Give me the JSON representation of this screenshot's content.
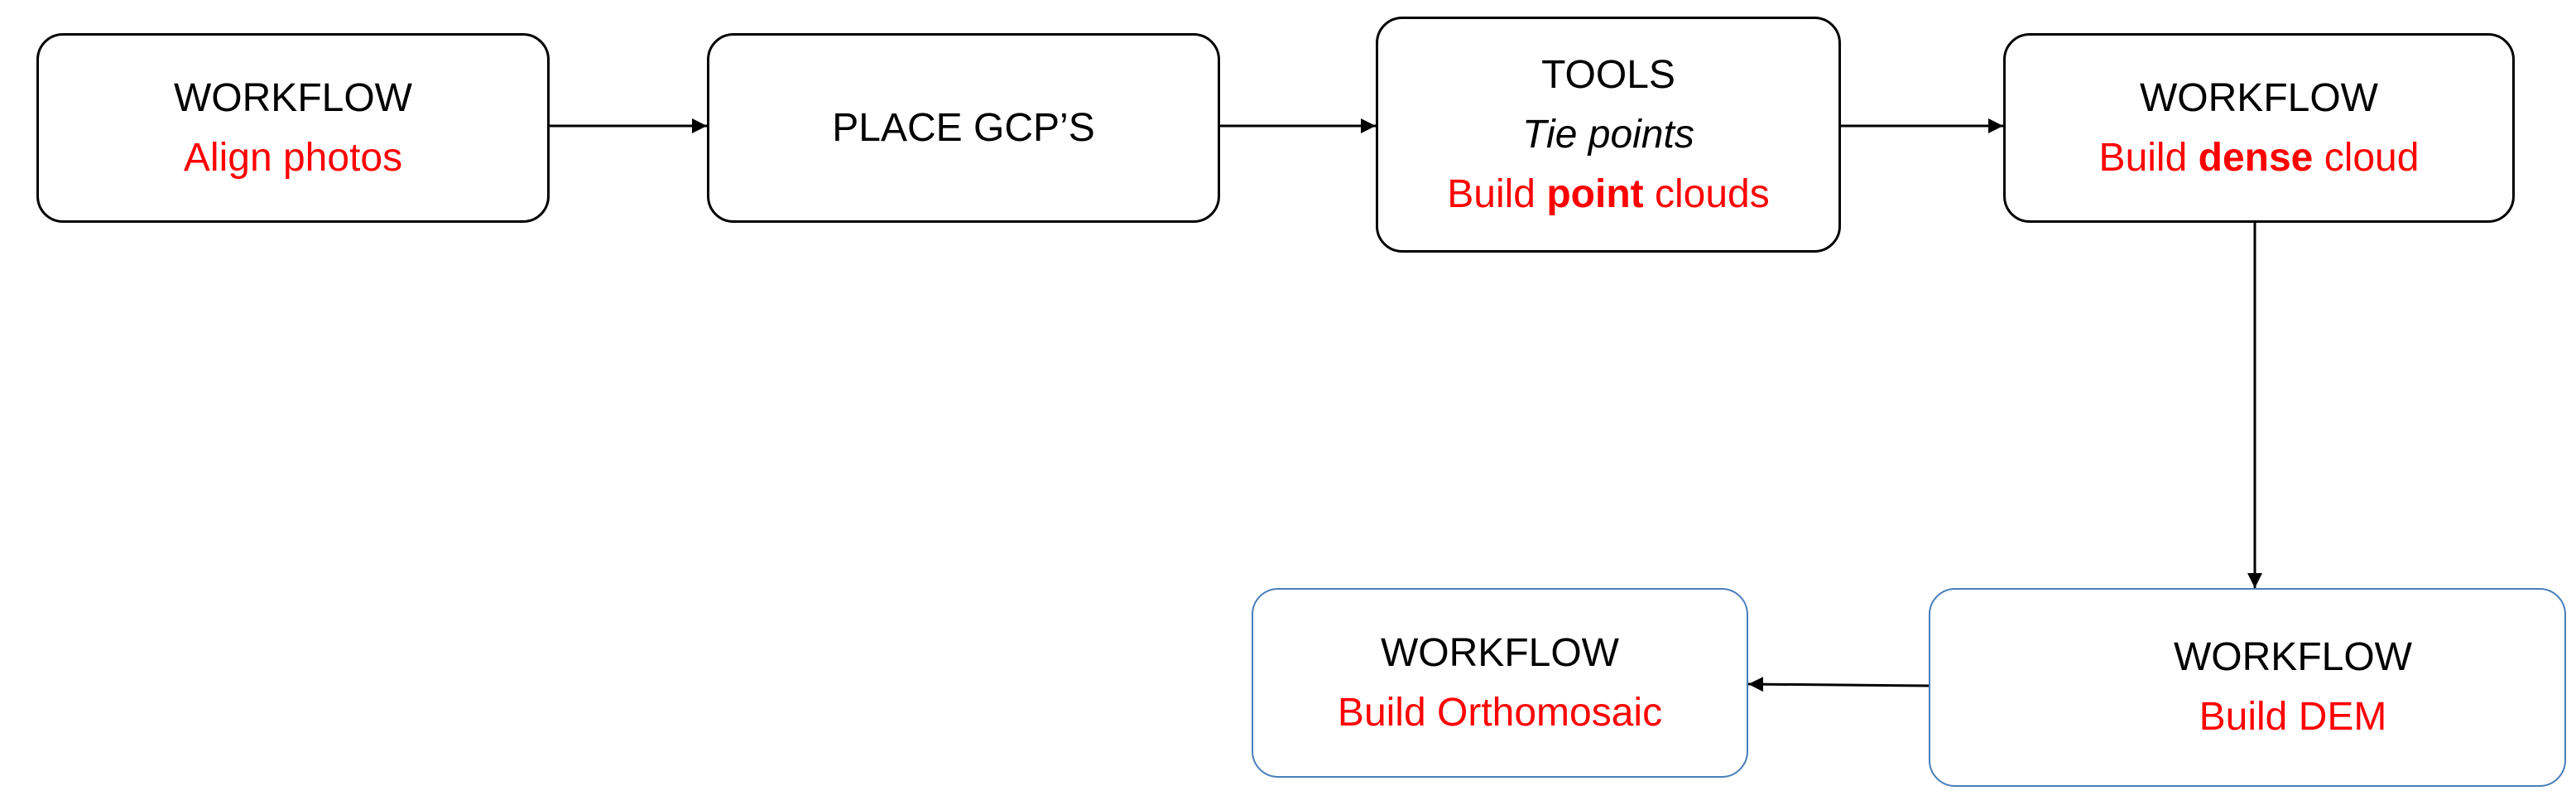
{
  "diagram": {
    "nodes": {
      "align_photos": {
        "heading": "WORKFLOW",
        "action": "Align photos"
      },
      "place_gcps": {
        "heading": "PLACE GCP’S"
      },
      "tools": {
        "heading": "TOOLS",
        "subheading": "Tie points",
        "action_pre": "Build ",
        "action_bold": "point",
        "action_post": " clouds"
      },
      "dense_cloud": {
        "heading": "WORKFLOW",
        "action_pre": "Build ",
        "action_bold": "dense",
        "action_post": " cloud"
      },
      "dem": {
        "heading": "WORKFLOW",
        "action": "Build DEM"
      },
      "orthomosaic": {
        "heading": "WORKFLOW",
        "action": "Build Orthomosaic"
      }
    },
    "edges": [
      {
        "from": "align_photos",
        "to": "place_gcps"
      },
      {
        "from": "place_gcps",
        "to": "tools"
      },
      {
        "from": "tools",
        "to": "dense_cloud"
      },
      {
        "from": "dense_cloud",
        "to": "dem"
      },
      {
        "from": "dem",
        "to": "orthomosaic"
      }
    ],
    "colors": {
      "heading": "#000000",
      "action": "#ff0000",
      "box_border": "#000000",
      "box_border_blue": "#4a7ebb",
      "arrow": "#000000"
    }
  }
}
